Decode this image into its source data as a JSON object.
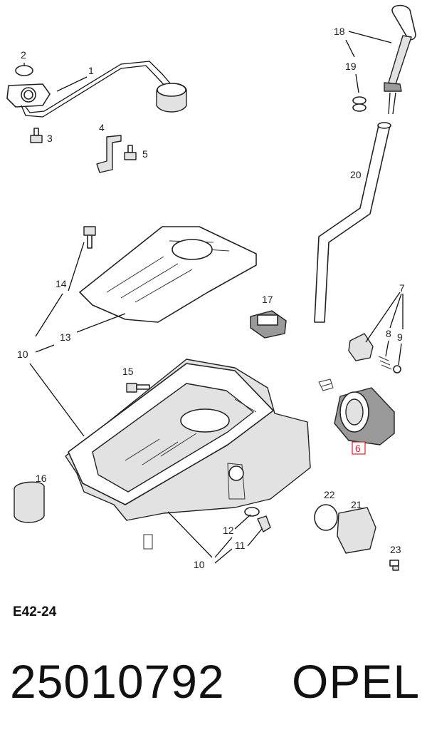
{
  "diagram": {
    "callouts": [
      {
        "id": "1",
        "text": "1"
      },
      {
        "id": "2",
        "text": "2"
      },
      {
        "id": "3",
        "text": "3"
      },
      {
        "id": "4",
        "text": "4"
      },
      {
        "id": "5",
        "text": "5"
      },
      {
        "id": "6",
        "text": "6",
        "highlight": true
      },
      {
        "id": "7",
        "text": "7"
      },
      {
        "id": "8",
        "text": "8"
      },
      {
        "id": "9",
        "text": "9"
      },
      {
        "id": "10a",
        "text": "10"
      },
      {
        "id": "10b",
        "text": "10"
      },
      {
        "id": "11",
        "text": "11"
      },
      {
        "id": "12",
        "text": "12"
      },
      {
        "id": "13",
        "text": "13"
      },
      {
        "id": "14",
        "text": "14"
      },
      {
        "id": "15",
        "text": "15"
      },
      {
        "id": "16",
        "text": "16"
      },
      {
        "id": "17",
        "text": "17"
      },
      {
        "id": "18",
        "text": "18"
      },
      {
        "id": "19",
        "text": "19"
      },
      {
        "id": "20",
        "text": "20"
      },
      {
        "id": "21",
        "text": "21"
      },
      {
        "id": "22",
        "text": "22"
      },
      {
        "id": "23",
        "text": "23"
      }
    ],
    "highlight_color": "#e0202a"
  },
  "footer": {
    "diagram_code": "E42-24",
    "part_number": "25010792",
    "brand": "OPEL"
  }
}
